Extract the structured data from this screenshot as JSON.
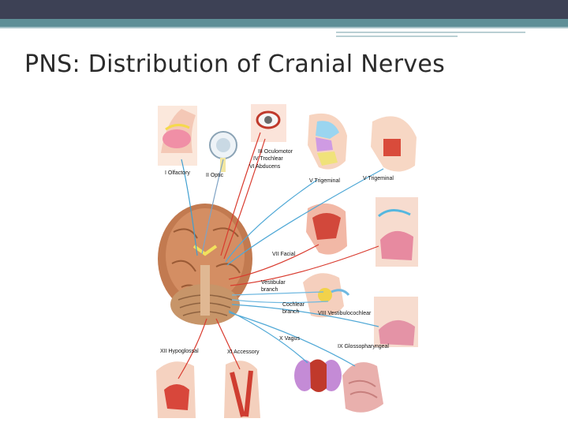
{
  "slide": {
    "title": "PNS: Distribution of Cranial Nerves"
  },
  "figure": {
    "labels": {
      "olfactory": "I Olfactory",
      "optic": "II Optic",
      "oculomotor": "III Oculomotor",
      "trochlear": "IV Trochlear",
      "abducens": "VI Abducens",
      "trigeminal_left": "V Trigeminal",
      "trigeminal_right": "V Trigeminal",
      "facial": "VII Facial",
      "vestibular_1": "Vestibular",
      "vestibular_2": "branch",
      "cochlear_1": "Cochlear",
      "cochlear_2": "branch",
      "vestibulocochlear": "VIII Vestibulocochlear",
      "vagus": "X Vagus",
      "glossopharyngeal": "IX Glossopharyngeal",
      "hypoglossal": "XII Hypoglossal",
      "accessory": "XI Accessory"
    }
  }
}
